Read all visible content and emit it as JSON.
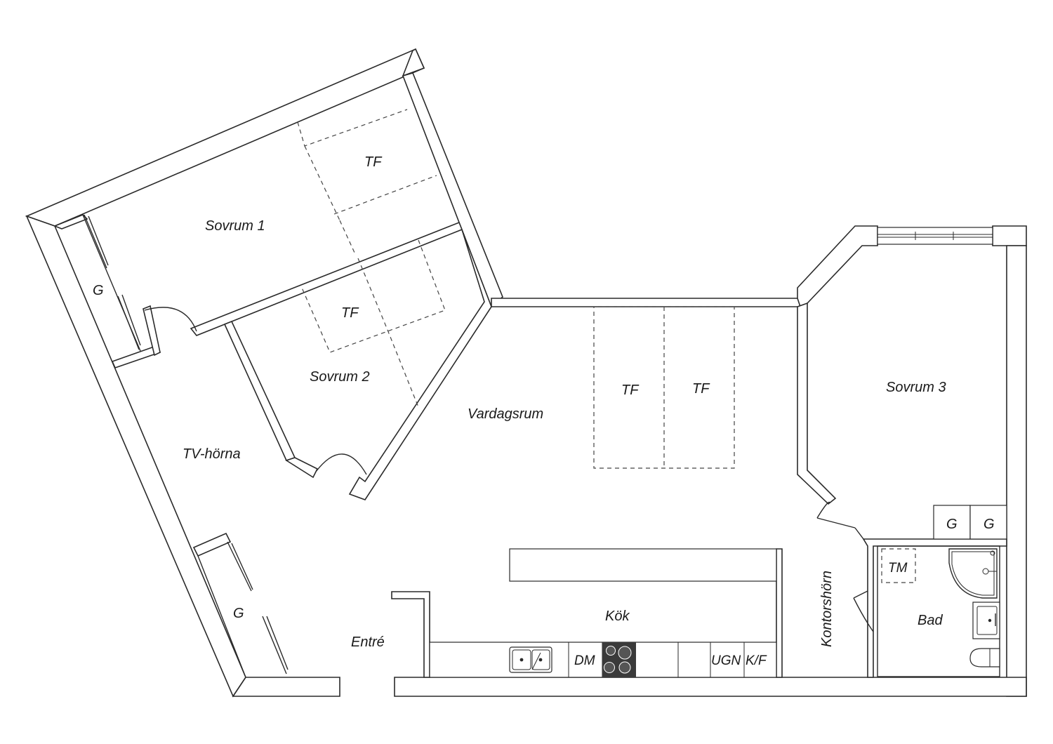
{
  "rooms": {
    "sovrum1": "Sovrum 1",
    "sovrum2": "Sovrum 2",
    "sovrum3": "Sovrum 3",
    "vardagsrum": "Vardagsrum",
    "tv_horna": "TV-hörna",
    "entre": "Entré",
    "kok": "Kök",
    "kontorshorn": "Kontorshörn",
    "bad": "Bad"
  },
  "wardrobes": {
    "g_sovrum1": "G",
    "g_entre": "G",
    "g_sovrum3_a": "G",
    "g_sovrum3_b": "G"
  },
  "skylights": {
    "tf_sovrum1": "TF",
    "tf_sovrum2": "TF",
    "tf_vardagsrum_a": "TF",
    "tf_vardagsrum_b": "TF"
  },
  "appliances": {
    "dishwasher": "DM",
    "oven": "UGN",
    "fridge_freezer": "K/F",
    "washing_machine": "TM"
  }
}
